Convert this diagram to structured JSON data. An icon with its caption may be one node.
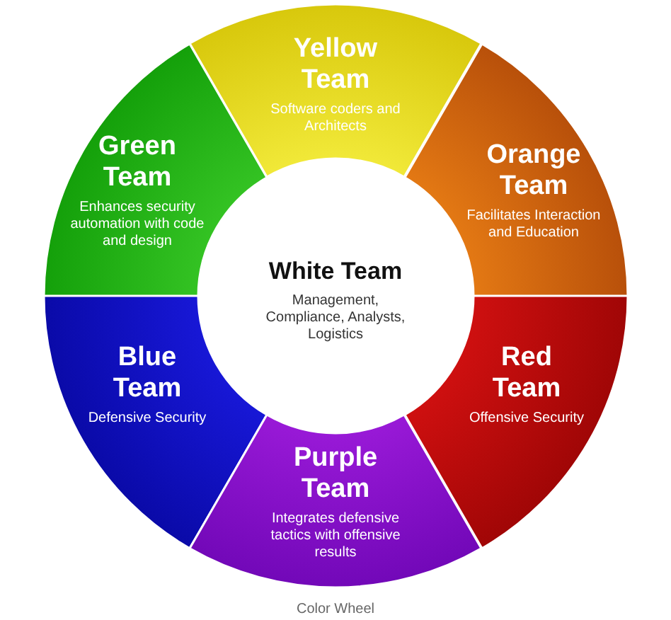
{
  "diagram": {
    "caption": "Color Wheel",
    "nodes": [
      {
        "text": [
          "Yellow Team",
          "Software coders and Architects"
        ]
      },
      {
        "text": [
          "Green Team",
          "Enhances security automation with code and design"
        ]
      },
      {
        "text": [
          "Orange Team",
          "Facilitates Interaction and Education"
        ]
      },
      {
        "text": [
          "White Team",
          "Management, Compliance, Analysts, Logistics"
        ]
      },
      {
        "text": [
          "Blue Team",
          "Defensive Security"
        ]
      },
      {
        "text": [
          "Red Team",
          "Offensive Security"
        ]
      },
      {
        "text": [
          "Purple Team",
          "Integrates defensive tactics with offensive results"
        ]
      }
    ]
  }
}
